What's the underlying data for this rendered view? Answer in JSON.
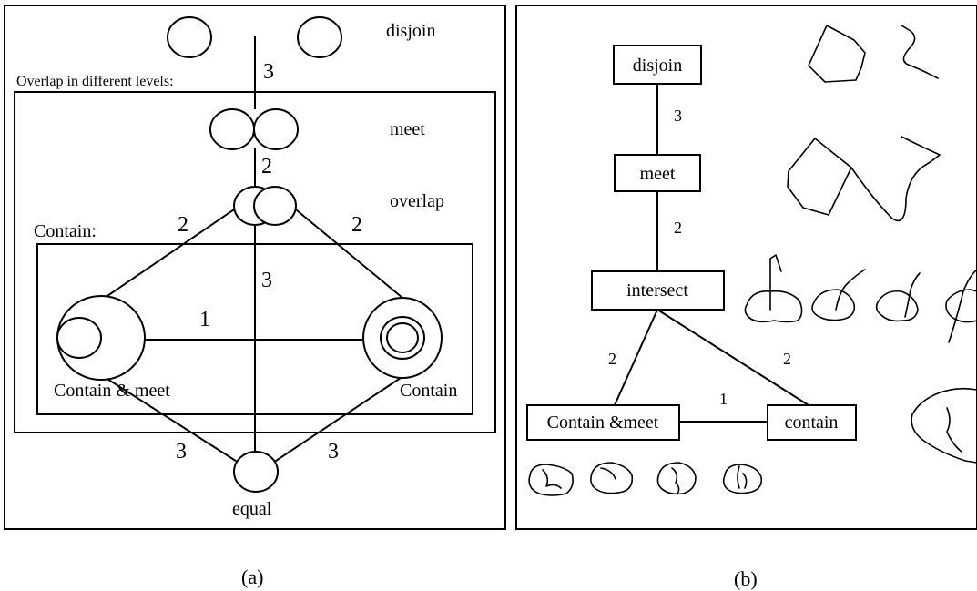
{
  "panel_a": {
    "caption": "(a)",
    "labels": {
      "disjoin": "disjoin",
      "overlap_levels": "Overlap in different levels:",
      "meet": "meet",
      "overlap": "overlap",
      "contain_group": "Contain:",
      "contain_meet": "Contain & meet",
      "contain": "Contain",
      "equal": "equal"
    },
    "weights": {
      "disjoin_meet": "3",
      "meet_overlap": "2",
      "overlap_containmeet": "2",
      "overlap_contain": "2",
      "overlap_equal": "3",
      "containmeet_contain": "1",
      "containmeet_equal": "3",
      "contain_equal": "3"
    }
  },
  "panel_b": {
    "caption": "(b)",
    "nodes": {
      "disjoin": "disjoin",
      "meet": "meet",
      "intersect": "intersect",
      "contain_meet": "Contain &meet",
      "contain": "contain"
    },
    "weights": {
      "disjoin_meet": "3",
      "meet_intersect": "2",
      "intersect_containmeet": "2",
      "intersect_contain": "2",
      "containmeet_contain": "1"
    }
  }
}
